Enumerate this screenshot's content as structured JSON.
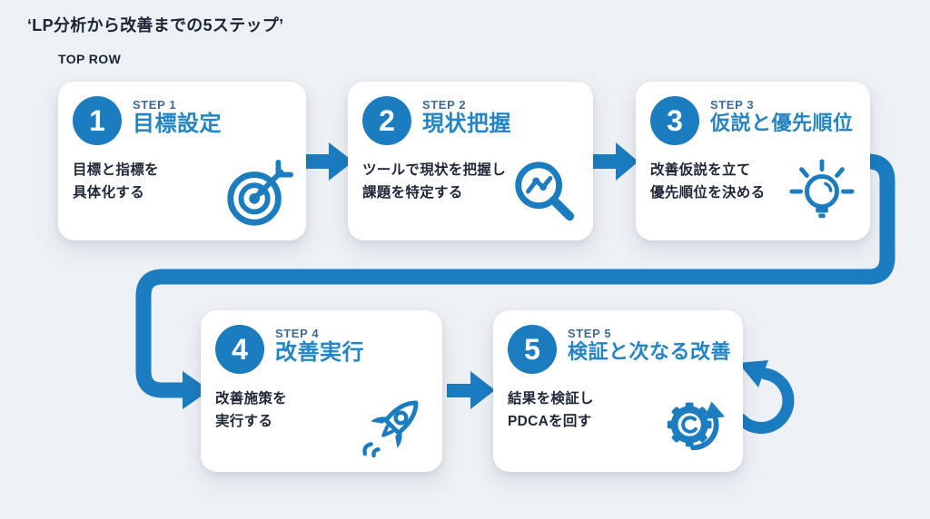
{
  "page": {
    "title": "‘LP分析から改善までの5ステップ’",
    "row_label": "TOP ROW"
  },
  "colors": {
    "primary": "#1b7cc0",
    "title_blue": "#2385c5",
    "step_label": "#3c6c9e",
    "body_text": "#1d2737",
    "heading_text": "#1a2433",
    "background": "#edf0f4",
    "card": "#ffffff"
  },
  "steps": [
    {
      "number": "1",
      "step_label": "STEP 1",
      "title": "目標設定",
      "description": "目標と指標を\n具体化する",
      "icon": "target-icon"
    },
    {
      "number": "2",
      "step_label": "STEP 2",
      "title": "現状把握",
      "description": "ツールで現状を把握し\n課題を特定する",
      "icon": "magnifier-chart-icon"
    },
    {
      "number": "3",
      "step_label": "STEP 3",
      "title": "仮説と優先順位",
      "description": "改善仮説を立て\n優先順位を決める",
      "icon": "lightbulb-icon"
    },
    {
      "number": "4",
      "step_label": "STEP 4",
      "title": "改善実行",
      "description": "改善施策を\n実行する",
      "icon": "rocket-icon"
    },
    {
      "number": "5",
      "step_label": "STEP 5",
      "title": "検証と次なる改善",
      "description": "結果を検証し\nPDCAを回す",
      "icon": "gear-cycle-icon"
    }
  ]
}
